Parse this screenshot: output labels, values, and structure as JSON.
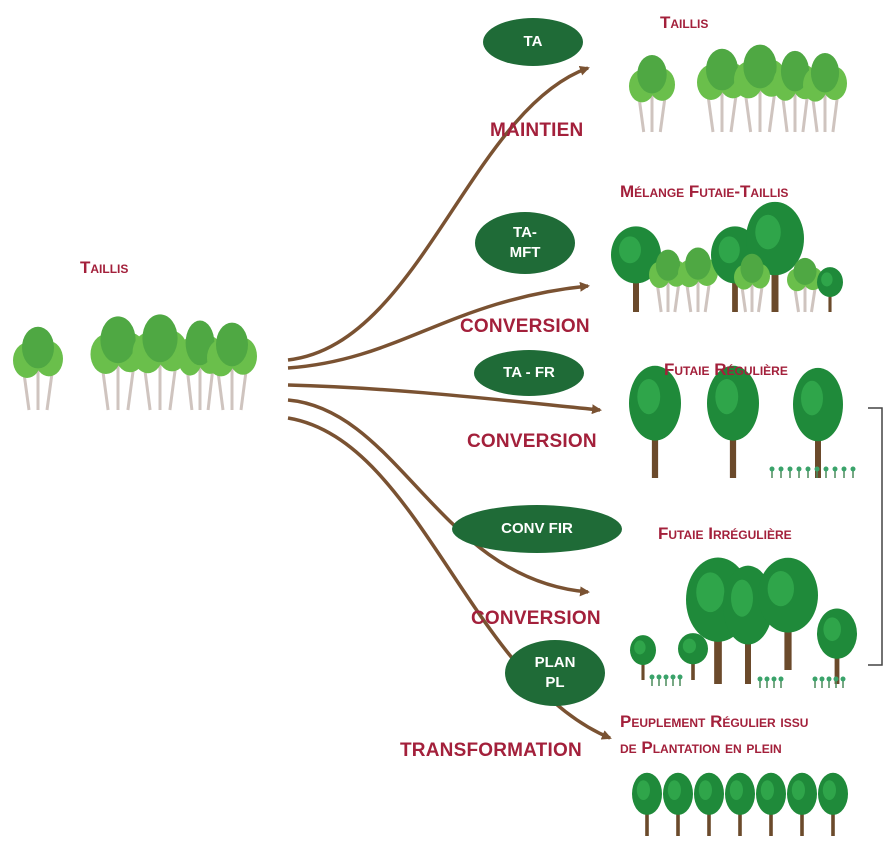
{
  "source": {
    "label": "Taillis"
  },
  "branches": [
    {
      "code": "TA",
      "action": "MAINTIEN",
      "result": "Taillis"
    },
    {
      "code_lines": [
        "TA-",
        "MFT"
      ],
      "action": "CONVERSION",
      "result": "Mélange Futaie-Taillis"
    },
    {
      "code": "TA - FR",
      "action": "CONVERSION",
      "result": "Futaie Régulière"
    },
    {
      "code": "CONV FIR",
      "action": "CONVERSION",
      "result": "Futaie Irrégulière"
    },
    {
      "code_lines": [
        "PLAN",
        "PL"
      ],
      "action": "TRANSFORMATION",
      "result_lines": [
        "Peuplement Régulier issu",
        "de Plantation en plein"
      ]
    }
  ],
  "colors": {
    "label_red": "#a3203b",
    "pill_green": "#1f6b37",
    "arrow_brown": "#7a5232",
    "foliage_dark": "#1f8a3a",
    "foliage_light": "#6abf4b",
    "trunk": "#6b4a2b",
    "birch_trunk": "#cfc4bf"
  }
}
